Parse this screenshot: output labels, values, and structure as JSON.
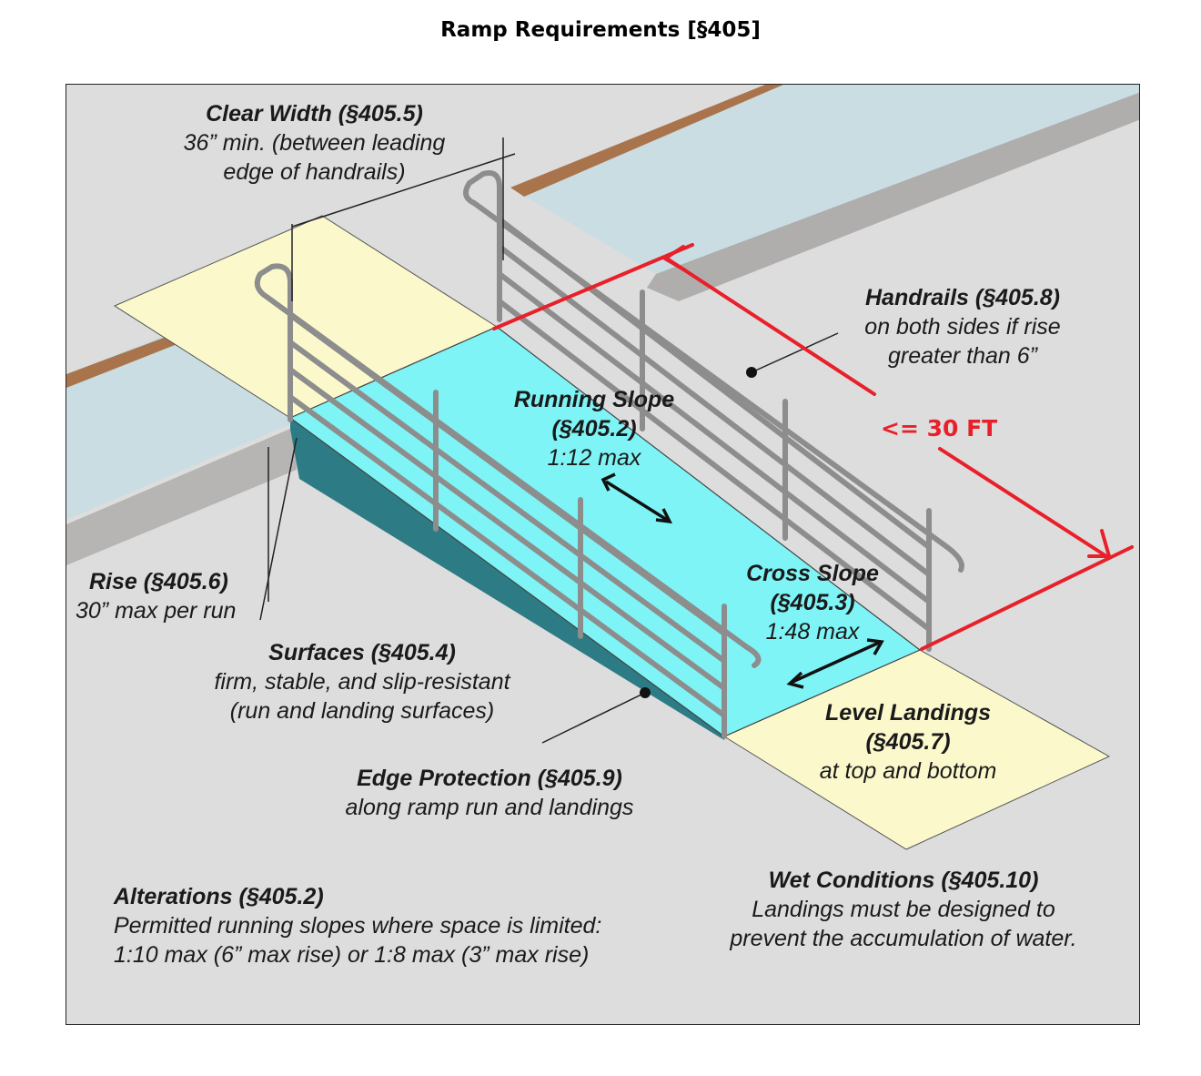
{
  "title": "Ramp Requirements [§405]",
  "labels": {
    "clear_width": {
      "title": "Clear Width (§405.5)",
      "l1": "36” min. (between leading",
      "l2": "edge of handrails)"
    },
    "handrails": {
      "title": "Handrails (§405.8)",
      "l1": "on both sides if rise",
      "l2": "greater than 6”"
    },
    "running_slope": {
      "t1": "Running Slope",
      "t2": "(§405.2)",
      "l1": "1:12 max"
    },
    "rise": {
      "title": "Rise (§405.6)",
      "l1": "30” max per run"
    },
    "cross_slope": {
      "t1": "Cross Slope",
      "t2": "(§405.3)",
      "l1": "1:48 max"
    },
    "surfaces": {
      "title": "Surfaces (§405.4)",
      "l1": "firm, stable, and slip-resistant",
      "l2": "(run and landing surfaces)"
    },
    "level_landings": {
      "t1": "Level Landings",
      "t2": "(§405.7)",
      "l1": "at top and bottom"
    },
    "edge_protection": {
      "title": "Edge Protection (§405.9)",
      "l1": "along ramp run and landings"
    },
    "alterations": {
      "title": "Alterations (§405.2)",
      "l1": "Permitted running slopes where space is limited:",
      "l2": "1:10 max (6” max rise) or 1:8 max (3” max rise)"
    },
    "wet_conditions": {
      "title": "Wet Conditions (§405.10)",
      "l1": "Landings must be designed to",
      "l2": "prevent the accumulation of water."
    }
  },
  "annotation": "<= 30 FT",
  "colors": {
    "ramp": "#7ff4f6",
    "landing": "#fbf9cc",
    "pool": "#c9dde2",
    "wall": "#b7b4b4",
    "rail": "#8d8d8d",
    "handrail_wood": "#a9744c",
    "side": "#2d7b84",
    "red": "#e8202a"
  }
}
